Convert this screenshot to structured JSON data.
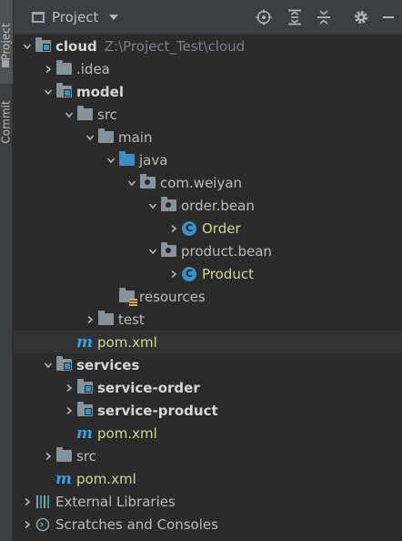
{
  "side": {
    "project_tab": "Project",
    "commit_tab": "Commit"
  },
  "header": {
    "title": "Project"
  },
  "tree": [
    {
      "label": "cloud",
      "path": "Z:\\Project_Test\\cloud"
    },
    {
      "label": ".idea"
    },
    {
      "label": "model"
    },
    {
      "label": "src"
    },
    {
      "label": "main"
    },
    {
      "label": "java"
    },
    {
      "label": "com.weiyan"
    },
    {
      "label": "order.bean"
    },
    {
      "label": "Order"
    },
    {
      "label": "product.bean"
    },
    {
      "label": "Product"
    },
    {
      "label": "resources"
    },
    {
      "label": "test"
    },
    {
      "label": "pom.xml"
    },
    {
      "label": "services"
    },
    {
      "label": "service-order"
    },
    {
      "label": "service-product"
    },
    {
      "label": "pom.xml"
    },
    {
      "label": "src"
    },
    {
      "label": "pom.xml"
    },
    {
      "label": "External Libraries"
    },
    {
      "label": "Scratches and Consoles"
    }
  ],
  "icons": {
    "class_letter": "C",
    "pom_letter": "m"
  },
  "colors": {
    "background": "#2b2b2b",
    "toolbar": "#3c3f41",
    "selection": "#0d293e",
    "module_blue": "#3592c4",
    "class_text": "#d0d88a"
  }
}
